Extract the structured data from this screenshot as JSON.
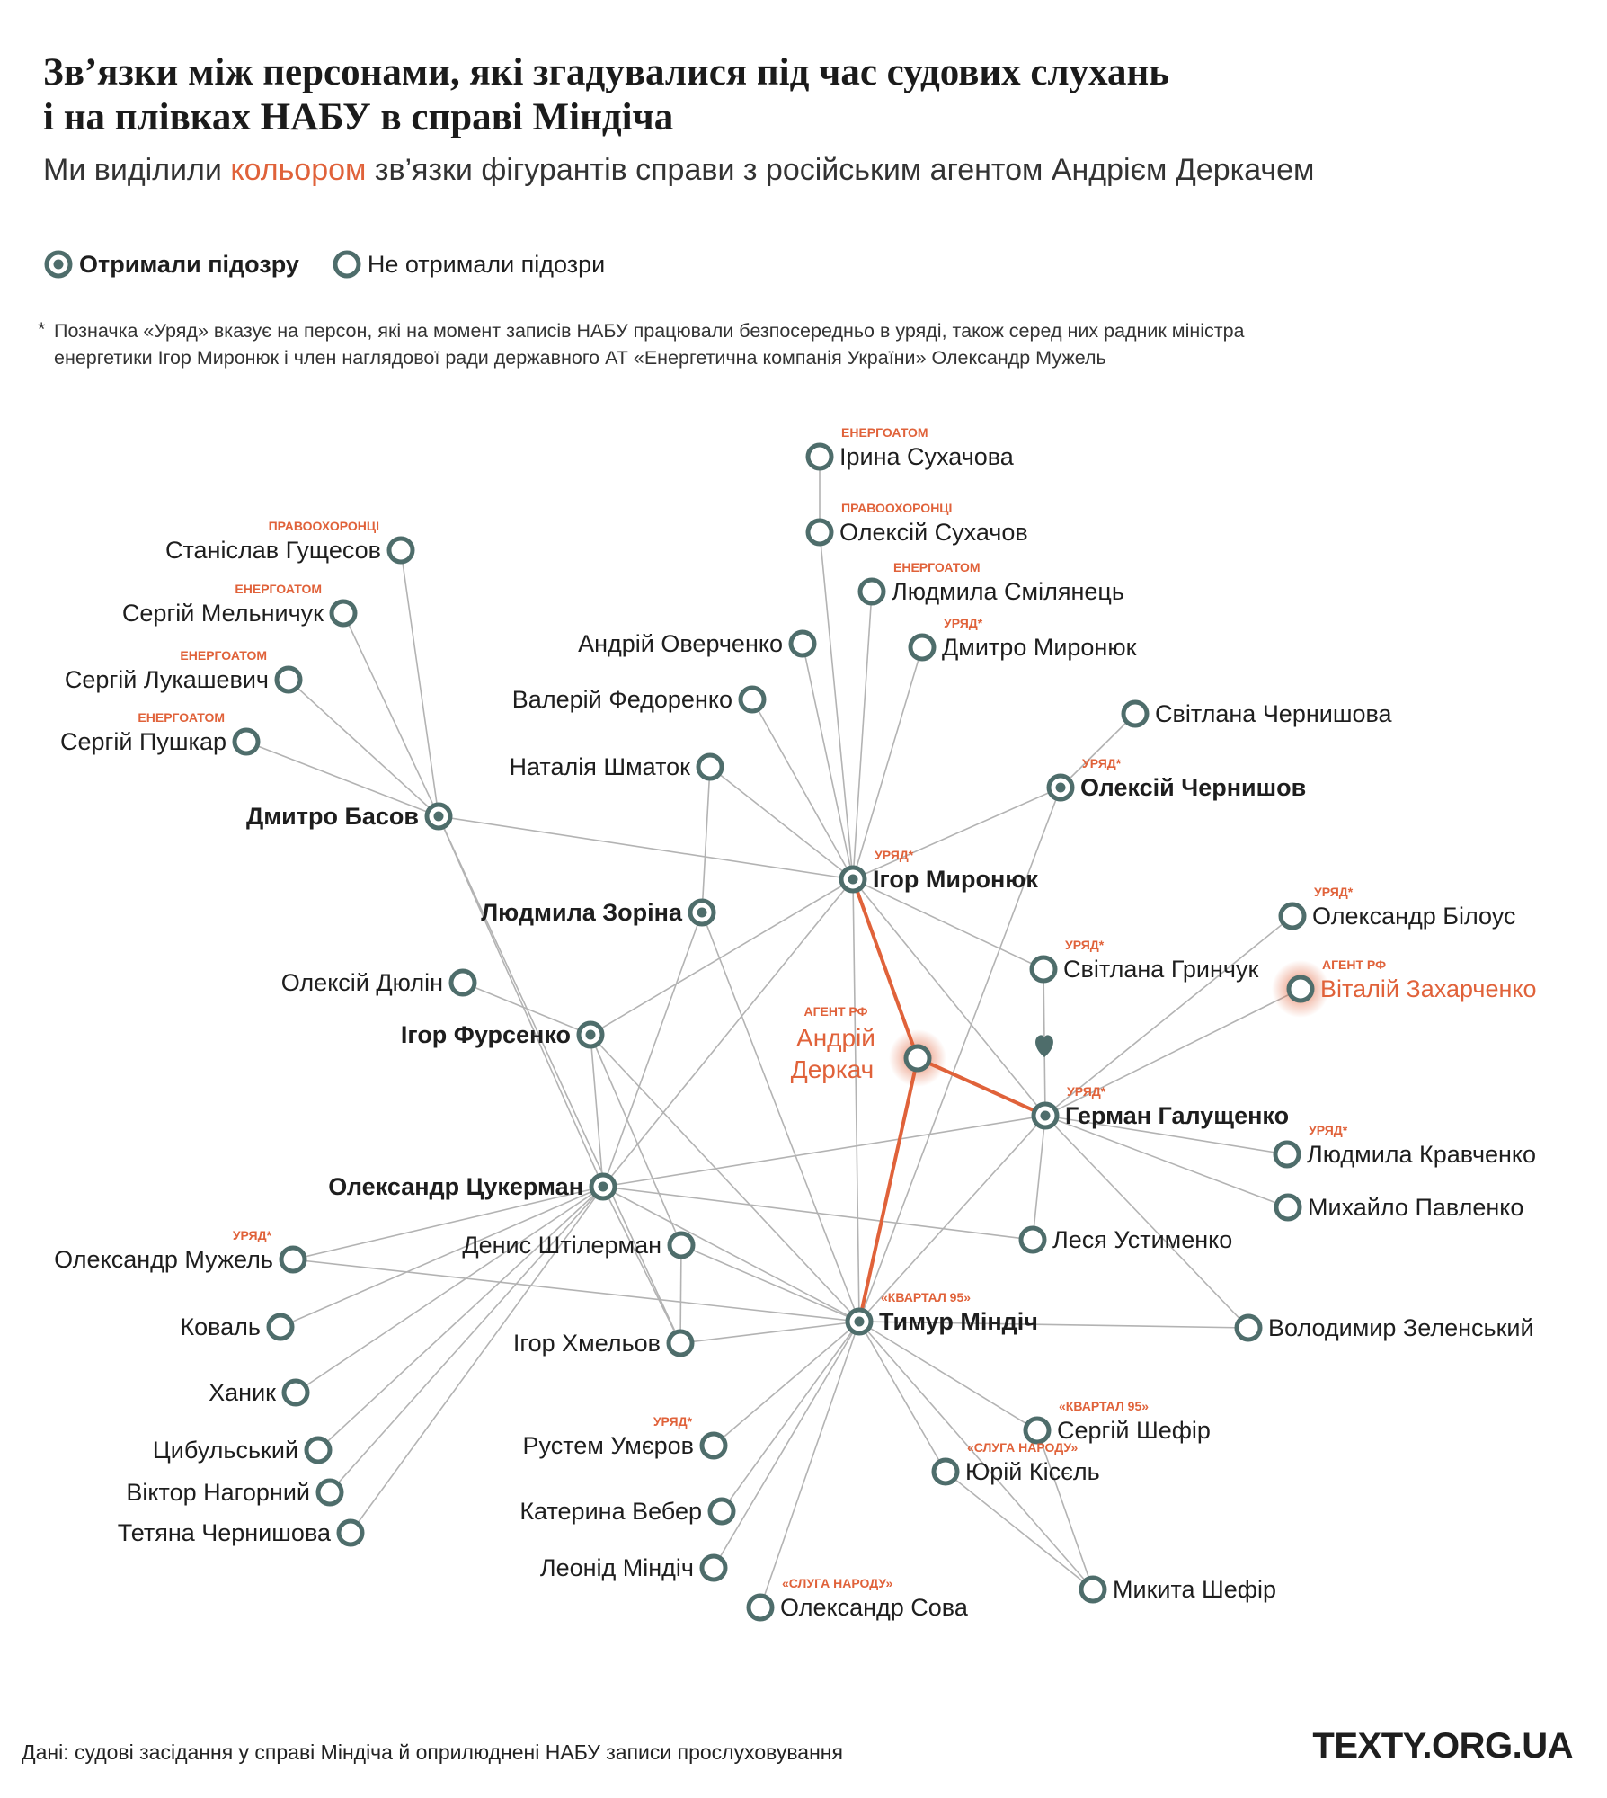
{
  "header": {
    "title_line1": "Зв’язки між персонами, які згадувалися під час судових слухань",
    "title_line2": "і на плівках НАБУ в справі Міндіча",
    "subtitle_before": "Ми виділили ",
    "subtitle_highlight": "кольором",
    "subtitle_after": " зв’язки фігурантів справи з російським агентом Андрієм Деркачем"
  },
  "legend": {
    "suspected": "Отримали підозру",
    "not_suspected": "Не отримали підозри"
  },
  "footnote": {
    "star": "*",
    "line1": "Позначка «Уряд» вказує на персон, які на момент записів НАБУ працювали безпосередньо в уряді, також серед них радник міністра",
    "line2": "енергетики Ігор Миронюк і член наглядової ради державного АТ «Енергетична компанія України» Олександр Мужель"
  },
  "colors": {
    "node": "#4e6d6b",
    "edge": "#b3b3b3",
    "highlight": "#e0623a",
    "text": "#1e1e1e"
  },
  "heart_icon": "heart-icon",
  "nodes": [
    {
      "id": "irina_suhachova",
      "name": "Ірина Сухачова",
      "tag": "ЕНЕРГОАТОМ",
      "suspected": false,
      "agent": false
    },
    {
      "id": "oleksii_suhachov",
      "name": "Олексій Сухачов",
      "tag": "ПРАВООХОРОНЦІ",
      "suspected": false,
      "agent": false
    },
    {
      "id": "liudmyla_smilianets",
      "name": "Людмила Смілянець",
      "tag": "ЕНЕРГОАТОМ",
      "suspected": false,
      "agent": false
    },
    {
      "id": "andrii_overchenko",
      "name": "Андрій Оверченко",
      "tag": "",
      "suspected": false,
      "agent": false
    },
    {
      "id": "dmytro_myroniuk",
      "name": "Дмитро Миронюк",
      "tag": "УРЯД*",
      "suspected": false,
      "agent": false
    },
    {
      "id": "valerii_fedorenko",
      "name": "Валерій Федоренко",
      "tag": "",
      "suspected": false,
      "agent": false
    },
    {
      "id": "svitlana_chernyshova",
      "name": "Світлана Чернишова",
      "tag": "",
      "suspected": false,
      "agent": false
    },
    {
      "id": "natalia_shmatok",
      "name": "Наталія Шматок",
      "tag": "",
      "suspected": false,
      "agent": false
    },
    {
      "id": "oleksii_chernyshov",
      "name": "Олексій Чернишов",
      "tag": "УРЯД*",
      "suspected": true,
      "agent": false
    },
    {
      "id": "stanislav_hushchesov",
      "name": "Станіслав Гущесов",
      "tag": "ПРАВООХОРОНЦІ",
      "suspected": false,
      "agent": false
    },
    {
      "id": "serhii_melnychuk",
      "name": "Сергій Мельничук",
      "tag": "ЕНЕРГОАТОМ",
      "suspected": false,
      "agent": false
    },
    {
      "id": "serhii_lukashevych",
      "name": "Сергій Лукашевич",
      "tag": "ЕНЕРГОАТОМ",
      "suspected": false,
      "agent": false
    },
    {
      "id": "serhii_pushkar",
      "name": "Сергій Пушкар",
      "tag": "ЕНЕРГОАТОМ",
      "suspected": false,
      "agent": false
    },
    {
      "id": "dmytro_basov",
      "name": "Дмитро Басов",
      "tag": "",
      "suspected": true,
      "agent": false
    },
    {
      "id": "ihor_myroniuk",
      "name": "Ігор Миронюк",
      "tag": "УРЯД*",
      "suspected": true,
      "agent": false
    },
    {
      "id": "liudmyla_zorina",
      "name": "Людмила Зоріна",
      "tag": "",
      "suspected": true,
      "agent": false
    },
    {
      "id": "oleksandr_bilous",
      "name": "Олександр Білоус",
      "tag": "УРЯД*",
      "suspected": false,
      "agent": false
    },
    {
      "id": "svitlana_hrynchuk",
      "name": "Світлана Гринчук",
      "tag": "УРЯД*",
      "suspected": false,
      "agent": false
    },
    {
      "id": "oleksii_diulin",
      "name": "Олексій Дюлін",
      "tag": "",
      "suspected": false,
      "agent": false
    },
    {
      "id": "vitalii_zakharchenko",
      "name": "Віталій Захарченко",
      "tag": "АГЕНТ РФ",
      "suspected": false,
      "agent": true
    },
    {
      "id": "ihor_fursenko",
      "name": "Ігор Фурсенко",
      "tag": "",
      "suspected": true,
      "agent": false
    },
    {
      "id": "andrii_derkach_1",
      "name": "Андрій",
      "tag": "АГЕНТ РФ",
      "suspected": false,
      "agent": true
    },
    {
      "id": "andrii_derkach_2",
      "name": "Деркач",
      "tag": "",
      "suspected": false,
      "agent": true
    },
    {
      "id": "herman_halushchenko",
      "name": "Герман Галущенко",
      "tag": "УРЯД*",
      "suspected": true,
      "agent": false
    },
    {
      "id": "liudmyla_kravchenko",
      "name": "Людмила Кравченко",
      "tag": "УРЯД*",
      "suspected": false,
      "agent": false
    },
    {
      "id": "oleksandr_tsukerman",
      "name": "Олександр Цукерман",
      "tag": "",
      "suspected": true,
      "agent": false
    },
    {
      "id": "mykhailo_pavlenko",
      "name": "Михайло Павленко",
      "tag": "",
      "suspected": false,
      "agent": false
    },
    {
      "id": "denys_shtilerman",
      "name": "Денис Штілерман",
      "tag": "",
      "suspected": false,
      "agent": false
    },
    {
      "id": "lesia_ustymenko",
      "name": "Леся Устименко",
      "tag": "",
      "suspected": false,
      "agent": false
    },
    {
      "id": "oleksandr_muzhel",
      "name": "Олександр Мужель",
      "tag": "УРЯД*",
      "suspected": false,
      "agent": false
    },
    {
      "id": "tymur_mindich",
      "name": "Тимур Міндіч",
      "tag": "«КВАРТАЛ 95»",
      "suspected": true,
      "agent": false
    },
    {
      "id": "koval",
      "name": "Коваль",
      "tag": "",
      "suspected": false,
      "agent": false
    },
    {
      "id": "volodymyr_zelenskyi",
      "name": "Володимир Зеленський",
      "tag": "",
      "suspected": false,
      "agent": false
    },
    {
      "id": "ihor_khmelov",
      "name": "Ігор Хмельов",
      "tag": "",
      "suspected": false,
      "agent": false
    },
    {
      "id": "khanyk",
      "name": "Ханик",
      "tag": "",
      "suspected": false,
      "agent": false
    },
    {
      "id": "serhii_shefir",
      "name": "Сергій Шефір",
      "tag": "«КВАРТАЛ 95»",
      "suspected": false,
      "agent": false
    },
    {
      "id": "tsybulskyi",
      "name": "Цибульський",
      "tag": "",
      "suspected": false,
      "agent": false
    },
    {
      "id": "rustem_umerov",
      "name": "Рустем Умєров",
      "tag": "УРЯД*",
      "suspected": false,
      "agent": false
    },
    {
      "id": "yurii_kisel",
      "name": "Юрій Кісєль",
      "tag": "«СЛУГА НАРОДУ»",
      "suspected": false,
      "agent": false
    },
    {
      "id": "viktor_nahornyi",
      "name": "Віктор Нагорний",
      "tag": "",
      "suspected": false,
      "agent": false
    },
    {
      "id": "tetiana_chernyshova",
      "name": "Тетяна Чернишова",
      "tag": "",
      "suspected": false,
      "agent": false
    },
    {
      "id": "kateryna_veber",
      "name": "Катерина Вебер",
      "tag": "",
      "suspected": false,
      "agent": false
    },
    {
      "id": "leonid_mindich",
      "name": "Леонід Міндіч",
      "tag": "",
      "suspected": false,
      "agent": false
    },
    {
      "id": "mykyta_shefir",
      "name": "Микита Шефір",
      "tag": "",
      "suspected": false,
      "agent": false
    },
    {
      "id": "oleksandr_sova",
      "name": "Олександр Сова",
      "tag": "«СЛУГА НАРОДУ»",
      "suspected": false,
      "agent": false
    }
  ],
  "source": "Дані: судові засідання у справі Міндіча й оприлюднені НАБУ записи прослуховування",
  "brand": "TEXTY.ORG.UA"
}
